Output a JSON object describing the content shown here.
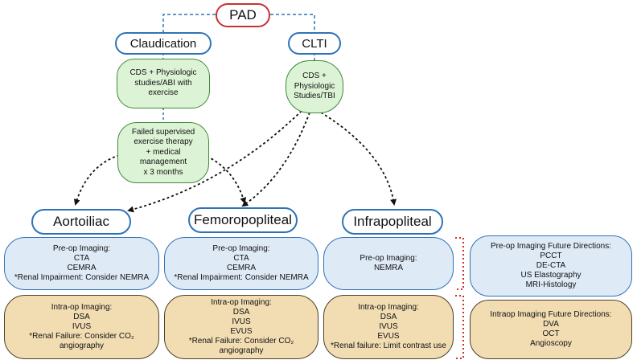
{
  "top": {
    "label": "PAD"
  },
  "branches": [
    {
      "label": "Claudication"
    },
    {
      "label": "CLTI"
    }
  ],
  "tests": {
    "claudication": [
      "CDS + Physiologic",
      "studies/ABI with",
      "exercise"
    ],
    "clti": [
      "CDS +",
      "Physiologic",
      "Studies/TBI"
    ],
    "therapy": [
      "Failed supervised",
      "exercise therapy",
      "+ medical",
      "management",
      "x 3 months"
    ]
  },
  "segments": [
    {
      "label": "Aortoiliac",
      "preop": [
        "Pre-op Imaging:",
        "CTA",
        "CEMRA",
        "*Renal Impairment: Consider NEMRA"
      ],
      "intraop": [
        "Intra-op Imaging:",
        "DSA",
        "IVUS",
        "*Renal Failure: Consider CO₂",
        "angiography"
      ]
    },
    {
      "label": "Femoropopliteal",
      "preop": [
        "Pre-op Imaging:",
        "CTA",
        "CEMRA",
        "*Renal Impairment: Consider NEMRA"
      ],
      "intraop": [
        "Intra-op Imaging:",
        "DSA",
        "IVUS",
        "EVUS",
        "*Renal Failure: Consider CO₂",
        "angiography"
      ]
    },
    {
      "label": "Infrapopliteal",
      "preop": [
        "Pre-op Imaging:",
        "NEMRA"
      ],
      "intraop": [
        "Intra-op Imaging:",
        "DSA",
        "IVUS",
        "EVUS",
        "*Renal failure: Limit contrast use"
      ]
    }
  ],
  "future": {
    "preop": [
      "Pre-op Imaging Future Directions:",
      "PCCT",
      "DE-CTA",
      "US Elastography",
      "MRI-Histology"
    ],
    "intraop": [
      "Intraop Imaging Future Directions:",
      "DVA",
      "OCT",
      "Angioscopy"
    ]
  },
  "colors": {
    "red": "#c8312f",
    "blue": "#2f73b7",
    "green": "#3f8a3a",
    "green_fill": "#ddf3d6",
    "blue_fill": "#dfeaf7",
    "tan_fill": "#f2ddb3"
  }
}
